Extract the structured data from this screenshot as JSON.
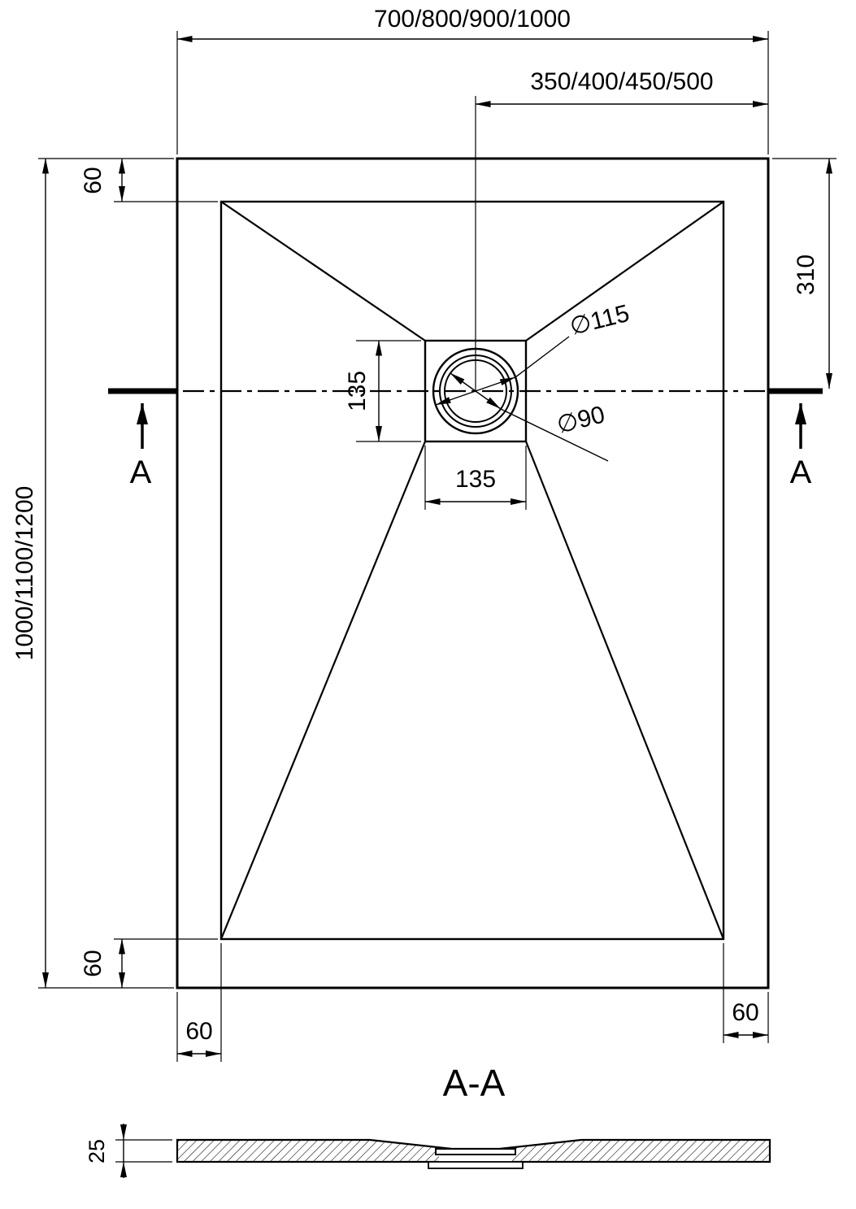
{
  "dimensions": {
    "overall_width": "700/800/900/1000",
    "center_to_edge": "350/400/450/500",
    "overall_length": "1000/1100/1200",
    "top_margin": "60",
    "bottom_margin": "60",
    "left_margin": "60",
    "right_margin": "60",
    "drain_offset": "310",
    "drain_width": "135",
    "drain_height": "135",
    "drain_outer_dia": "∅115",
    "drain_inner_dia": "∅90",
    "thickness": "25"
  },
  "section": {
    "marker_left": "A",
    "marker_right": "A",
    "title": "A-A"
  }
}
